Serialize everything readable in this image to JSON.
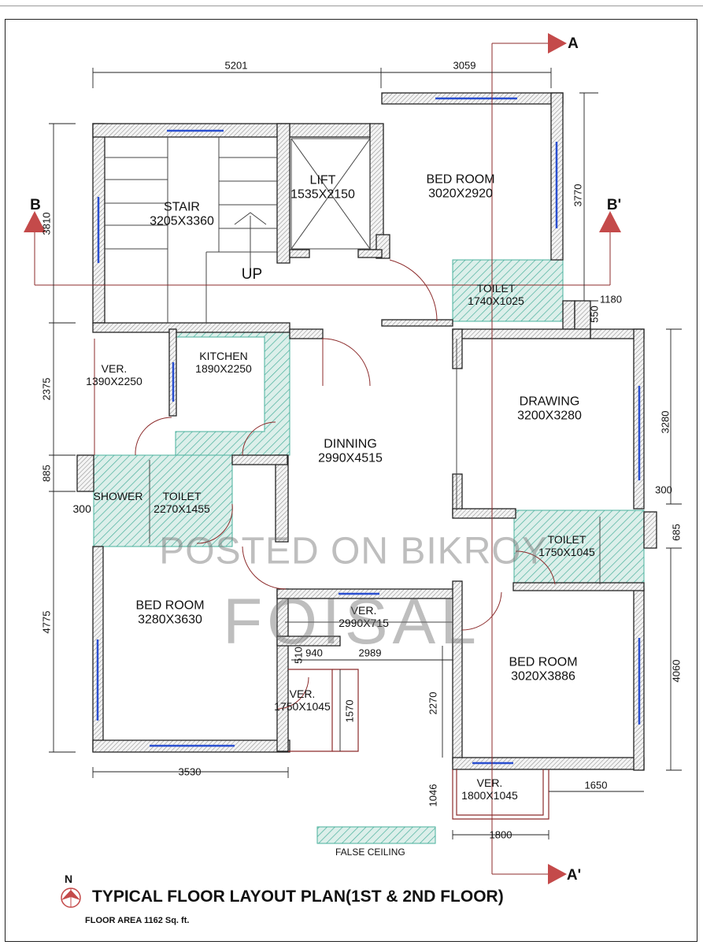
{
  "rooms": {
    "stair": {
      "name": "STAIR",
      "size": "3205X3360",
      "up": "UP"
    },
    "lift": {
      "name": "LIFT",
      "size": "1535X2150"
    },
    "bed_top": {
      "name": "BED ROOM",
      "size": "3020X2920"
    },
    "toilet_top": {
      "name": "TOILET",
      "size": "1740X1025"
    },
    "ver_left": {
      "name": "VER.",
      "size": "1390X2250"
    },
    "kitchen": {
      "name": "KITCHEN",
      "size": "1890X2250"
    },
    "drawing": {
      "name": "DRAWING",
      "size": "3200X3280"
    },
    "dinning": {
      "name": "DINNING",
      "size": "2990X4515"
    },
    "shower": {
      "name": "SHOWER",
      "sub": "300"
    },
    "toilet_left": {
      "name": "TOILET",
      "size": "2270X1455"
    },
    "toilet_right": {
      "name": "TOILET",
      "size": "1750X1045"
    },
    "bed_left": {
      "name": "BED ROOM",
      "size": "3280X3630"
    },
    "ver_mid": {
      "name": "VER.",
      "size": "2990X715"
    },
    "bed_right": {
      "name": "BED ROOM",
      "size": "3020X3886"
    },
    "ver_bl": {
      "name": "VER.",
      "size": "1750X1045"
    },
    "ver_br": {
      "name": "VER.",
      "size": "1800X1045"
    }
  },
  "dims": {
    "top_left": "5201",
    "top_right": "3059",
    "left_stair": "3810",
    "left_ver": "2375",
    "left_shower": "885",
    "left_bed": "4775",
    "right_bed": "3770",
    "right_1180": "1180",
    "right_550": "550",
    "right_drawing": "3280",
    "right_300": "300",
    "right_685": "685",
    "right_4060": "4060",
    "d510": "510",
    "d940": "940",
    "d2989": "2989",
    "d1570": "1570",
    "d2270": "2270",
    "d1046": "1046",
    "bottom_3530": "3530",
    "bottom_1650": "1650",
    "bottom_1800": "1800"
  },
  "section_marks": {
    "a": "A",
    "a_prime": "A'",
    "b": "B",
    "b_prime": "B'"
  },
  "legend": {
    "label": "FALSE CEILING"
  },
  "north": "N",
  "title": "TYPICAL FLOOR LAYOUT PLAN(1ST & 2ND FLOOR)",
  "floor_area": "FLOOR AREA 1162 Sq. ft.",
  "watermark": {
    "line1": "POSTED ON BIKROY",
    "line2": "FOISAL"
  },
  "colors": {
    "hatch": "#49b09c",
    "hatch_fill": "#dcefea",
    "window": "#2a4fd0",
    "wall": "#222222",
    "arrow": "#c44a4a"
  }
}
